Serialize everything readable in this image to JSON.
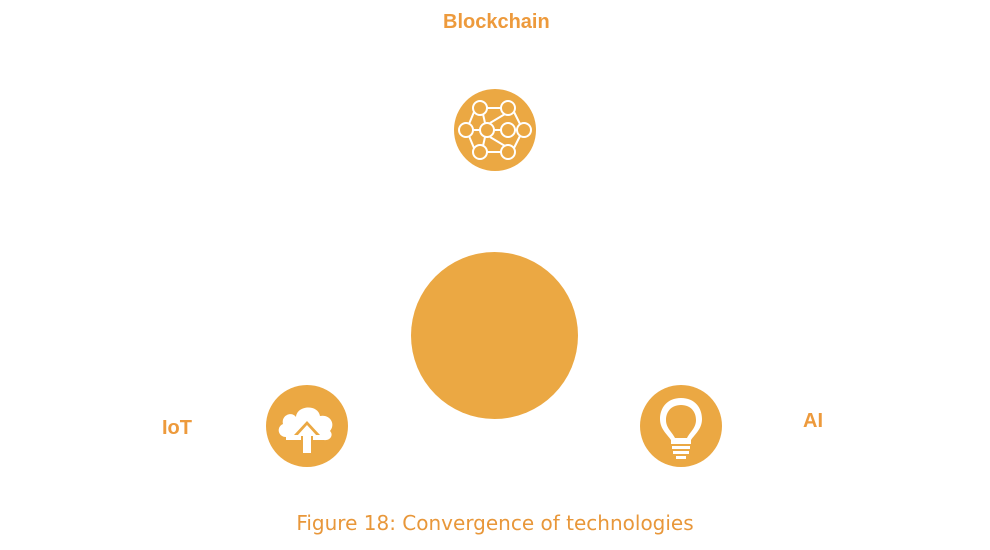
{
  "diagram": {
    "labels": {
      "top": "Blockchain",
      "left": "IoT",
      "right": "AI"
    },
    "caption": "Figure 18: Convergence of technologies",
    "icons": {
      "top": "blockchain-network-icon",
      "left": "cloud-upload-icon",
      "right": "lightbulb-icon"
    },
    "colors": {
      "label": "#ED9A3C",
      "node_fill": "#EBA843",
      "icon_stroke": "#ffffff"
    }
  }
}
